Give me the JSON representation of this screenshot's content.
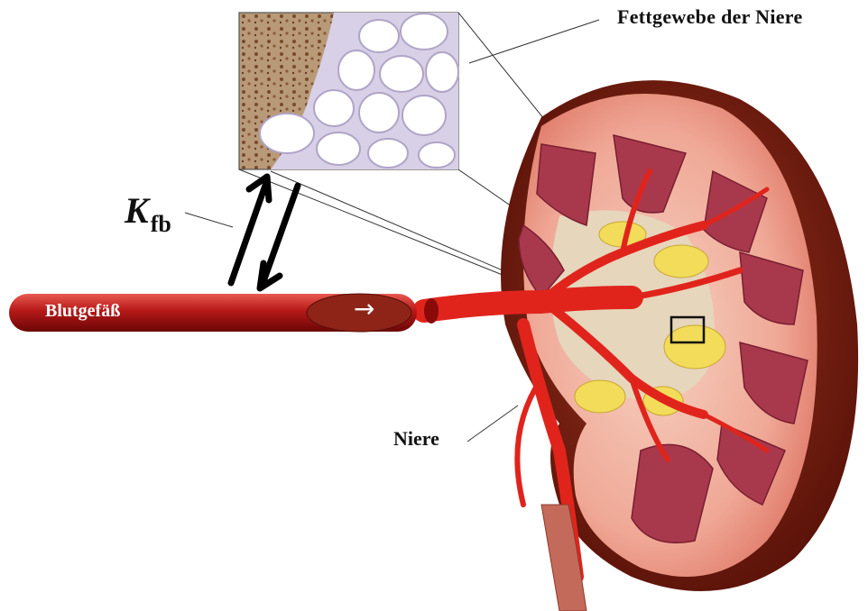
{
  "labels": {
    "fat_tissue": "Fettgewebe der Niere",
    "kidney": "Niere",
    "constant_symbol": "K",
    "constant_subscript": "fb",
    "blood_vessel": "Blutgefäß",
    "flow_arrow": "→"
  },
  "colors": {
    "vessel_dark": "#7a0a0a",
    "vessel_light": "#d83030",
    "kidney_cortex": "#f2b7a6",
    "kidney_capsule": "#8e3a2c",
    "pyramid": "#a8394d",
    "artery": "#e0241c",
    "fat_yellow": "#f2dc5a",
    "histology_bg": "#a2805c"
  },
  "icons": {
    "flow_arrow": "right-arrow-icon",
    "exchange_arrows": "bidirectional-arrows-icon"
  }
}
